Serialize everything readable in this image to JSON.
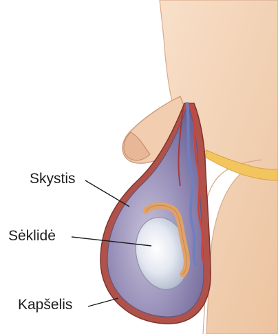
{
  "labels": {
    "fluid": "Skystis",
    "testis": "Sėklidė",
    "scrotum": "Kapšelis"
  },
  "colors": {
    "skin": "#f4d3b6",
    "skin_shadow": "#e2b694",
    "scrotal_wall": "#b0524a",
    "scrotal_wall_dark": "#8d3a35",
    "fluid": "#8f86b0",
    "fluid_light": "#b9b2cf",
    "testis": "#dfe4ee",
    "epididymis": "#e1a266",
    "fat": "#f0c35e",
    "vein": "#6f7fbf",
    "artery": "#c8453f",
    "leader_line": "#1c1c1c",
    "background": "#ffffff"
  }
}
